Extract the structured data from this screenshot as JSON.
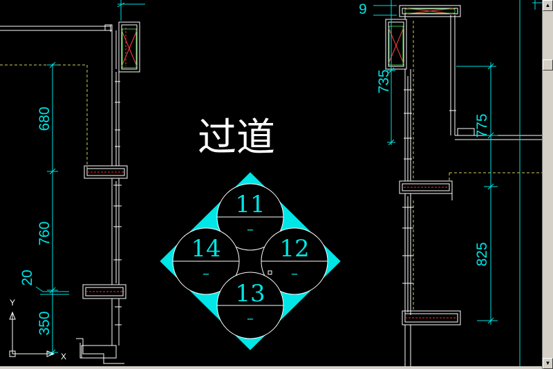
{
  "room_label": "过道",
  "dimensions": {
    "left_680": "680",
    "left_760": "760",
    "left_20": "20",
    "left_350": "350",
    "right_9": "9",
    "right_735": "735",
    "right_775": "775",
    "right_825": "825"
  },
  "symbol": {
    "top": {
      "number": "11",
      "sub": "–"
    },
    "left": {
      "number": "14",
      "sub": "–"
    },
    "right": {
      "number": "12",
      "sub": "–"
    },
    "bottom": {
      "number": "13",
      "sub": "–"
    }
  },
  "ucs": {
    "y_label": "Y",
    "x_label": "X"
  },
  "colors": {
    "background": "#000000",
    "dimension": "#00e5e5",
    "wall": "#ffffff",
    "hidden": "#ff3030",
    "window_cross": "#ff4040",
    "window_frame_green": "#40c040"
  },
  "scrollbar": {
    "up": "▲",
    "down": "▼"
  }
}
